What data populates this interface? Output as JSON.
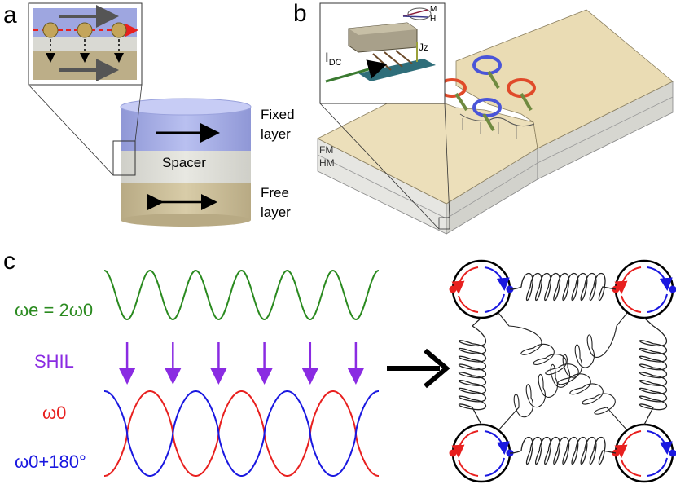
{
  "panels": {
    "a": {
      "label": "a",
      "fixed_layer": "Fixed layer",
      "fixed_layer_lines": [
        "Fixed",
        "layer"
      ],
      "spacer": "Spacer",
      "free_layer": "Free layer",
      "free_layer_lines": [
        "Free",
        "layer"
      ]
    },
    "b": {
      "label": "b",
      "inset_current": "I",
      "inset_current_sub": "DC",
      "inset_jz": "Jz",
      "inset_m": "M",
      "inset_h": "H",
      "layer_fm": "FM",
      "layer_hm": "HM"
    },
    "c": {
      "label": "c",
      "excitation_label": "ωe = 2ω0",
      "shil_label": "SHIL",
      "omega0_label": "ω0",
      "omega0_shift_label": "ω0+180°"
    }
  },
  "colors": {
    "fixed_layer": "#aab1e6",
    "spacer": "#dcdcd6",
    "free_layer": "#cdbf9a",
    "excitation_wave": "#2a8a1f",
    "shil_arrow": "#8a2be2",
    "omega0_wave": "#e8201f",
    "omega0_shift_wave": "#1a18e0",
    "rotation_red": "#e04a2a",
    "rotation_blue": "#4a55d8",
    "spring": "#222222"
  }
}
